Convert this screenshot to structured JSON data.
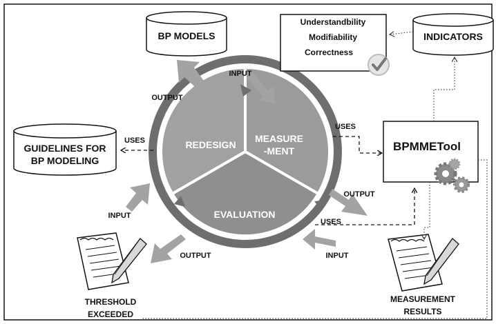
{
  "stores": {
    "bp_models": "BP MODELS",
    "indicators": "INDICATORS",
    "guidelines_line1": "GUIDELINES FOR",
    "guidelines_line2": "BP MODELING"
  },
  "quality_box": {
    "line1": "Understandbility",
    "line2": "Modifiability",
    "line3": "Correctness"
  },
  "tool": {
    "name": "BPMMETool"
  },
  "cycle": {
    "redesign": "REDESIGN",
    "measure_line1": "MEASURE",
    "measure_line2": "-MENT",
    "evaluation": "EVALUATION"
  },
  "docs": {
    "threshold_line1": "THRESHOLD",
    "threshold_line2": "EXCEEDED",
    "results_line1": "MEASUREMENT",
    "results_line2": "RESULTS"
  },
  "flow_labels": {
    "input_top": "INPUT",
    "output_top": "OUTPUT",
    "uses_guidelines": "USES",
    "uses_tool": "USES",
    "output_right": "OUTPUT",
    "uses_eval": "USES",
    "input_right": "INPUT",
    "input_left": "INPUT",
    "output_bottom": "OUTPUT"
  },
  "colors": {
    "segment_fill": "#9b9b9b",
    "ring": "#6e6e6e",
    "arrow_fill": "#a3a3a3",
    "ink": "#111111"
  },
  "icons": [
    "database-icon",
    "checkmark-badge-icon",
    "gears-icon",
    "document-pencil-icon"
  ]
}
